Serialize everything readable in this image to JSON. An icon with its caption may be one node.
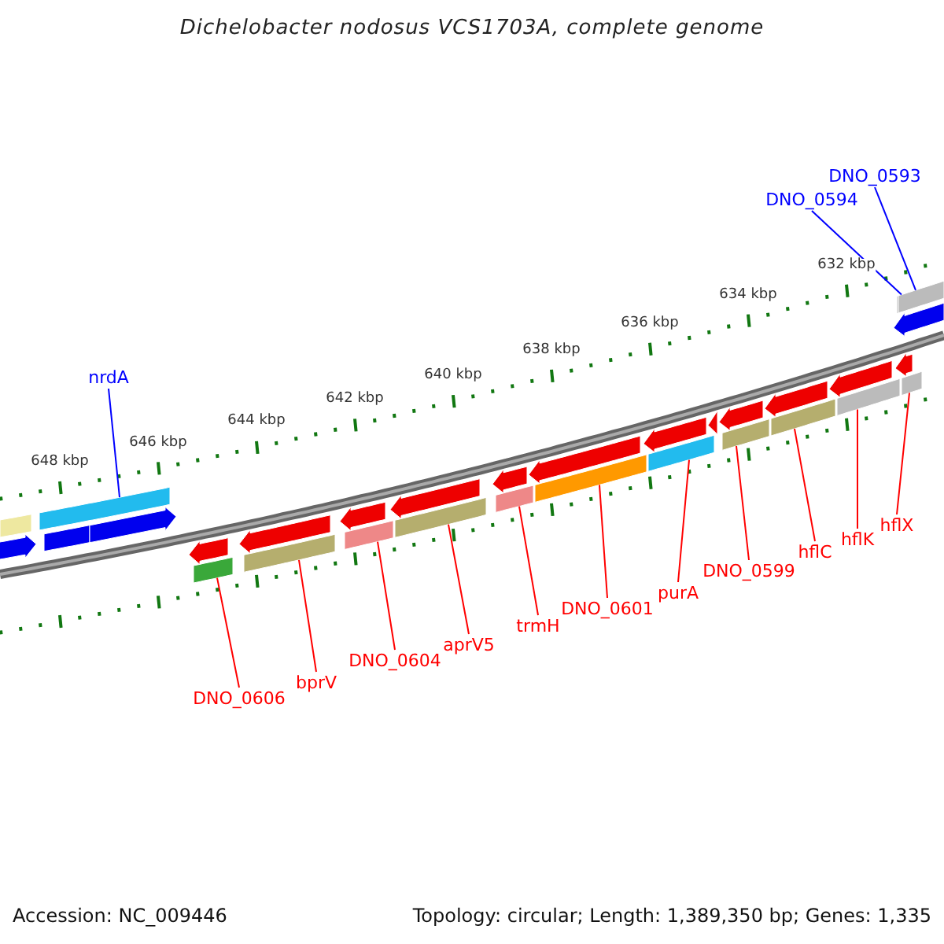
{
  "diagram": {
    "title": "Dichelobacter nodosus VCS1703A, complete genome",
    "nodes": [
      {
        "text": [
          "nrdA"
        ]
      },
      {
        "text": [
          "DNO_0594"
        ]
      },
      {
        "text": [
          "DNO_0593"
        ]
      },
      {
        "text": [],
        "shape": "bar"
      },
      {
        "text": [],
        "shape": "bar"
      },
      {
        "text": [
          "DNO_0606"
        ]
      },
      {
        "text": [
          "bprV"
        ]
      },
      {
        "text": [
          "DNO_0604"
        ]
      },
      {
        "text": [
          "aprV5"
        ]
      },
      {
        "text": [
          "trmH"
        ]
      },
      {
        "text": [
          "DNO_0601"
        ]
      },
      {
        "text": [
          "purA"
        ]
      },
      {
        "text": [
          "DNO_0599"
        ]
      },
      {
        "text": [
          "hflC"
        ]
      },
      {
        "text": [
          "hflK"
        ]
      },
      {
        "text": [
          "hflX"
        ]
      },
      {
        "text": [],
        "shape": "bar"
      },
      {
        "text": [],
        "shape": "bar"
      },
      {
        "text": [],
        "shape": "bar"
      },
      {
        "text": [],
        "shape": "bar"
      },
      {
        "text": [],
        "shape": "bar"
      },
      {
        "text": [],
        "shape": "bar"
      },
      {
        "text": [],
        "shape": "bar"
      },
      {
        "text": [],
        "shape": "bar"
      },
      {
        "text": [],
        "shape": "bar"
      },
      {
        "text": [],
        "shape": "bar"
      },
      {
        "text": [],
        "shape": "bar"
      }
    ],
    "edges": [
      {
        "from": 0,
        "to": 3,
        "arrow": "none",
        "color": "#0000ff"
      },
      {
        "from": 1,
        "to": 4,
        "arrow": "none",
        "color": "#0000ff"
      },
      {
        "from": 2,
        "to": 4,
        "arrow": "none",
        "color": "#0000ff"
      },
      {
        "from": 5,
        "to": 16,
        "arrow": "none"
      },
      {
        "from": 6,
        "to": 17,
        "arrow": "none"
      },
      {
        "from": 7,
        "to": 18,
        "arrow": "none"
      },
      {
        "from": 8,
        "to": 19,
        "arrow": "none"
      },
      {
        "from": 9,
        "to": 20,
        "arrow": "none"
      },
      {
        "from": 10,
        "to": 21,
        "arrow": "none"
      },
      {
        "from": 11,
        "to": 22,
        "arrow": "none"
      },
      {
        "from": 12,
        "to": 23,
        "arrow": "none"
      },
      {
        "from": 13,
        "to": 24,
        "arrow": "none"
      },
      {
        "from": 14,
        "to": 25,
        "arrow": "none"
      },
      {
        "from": 15,
        "to": 26,
        "arrow": "none"
      }
    ],
    "labels": [
      "648 kbp",
      "646 kbp",
      "644 kbp",
      "642 kbp",
      "640 kbp",
      "638 kbp",
      "636 kbp",
      "634 kbp",
      "632 kbp",
      "Accession: NC_009446",
      "Topology: circular; Length: 1,389,350 bp; Genes: 1,335"
    ]
  }
}
